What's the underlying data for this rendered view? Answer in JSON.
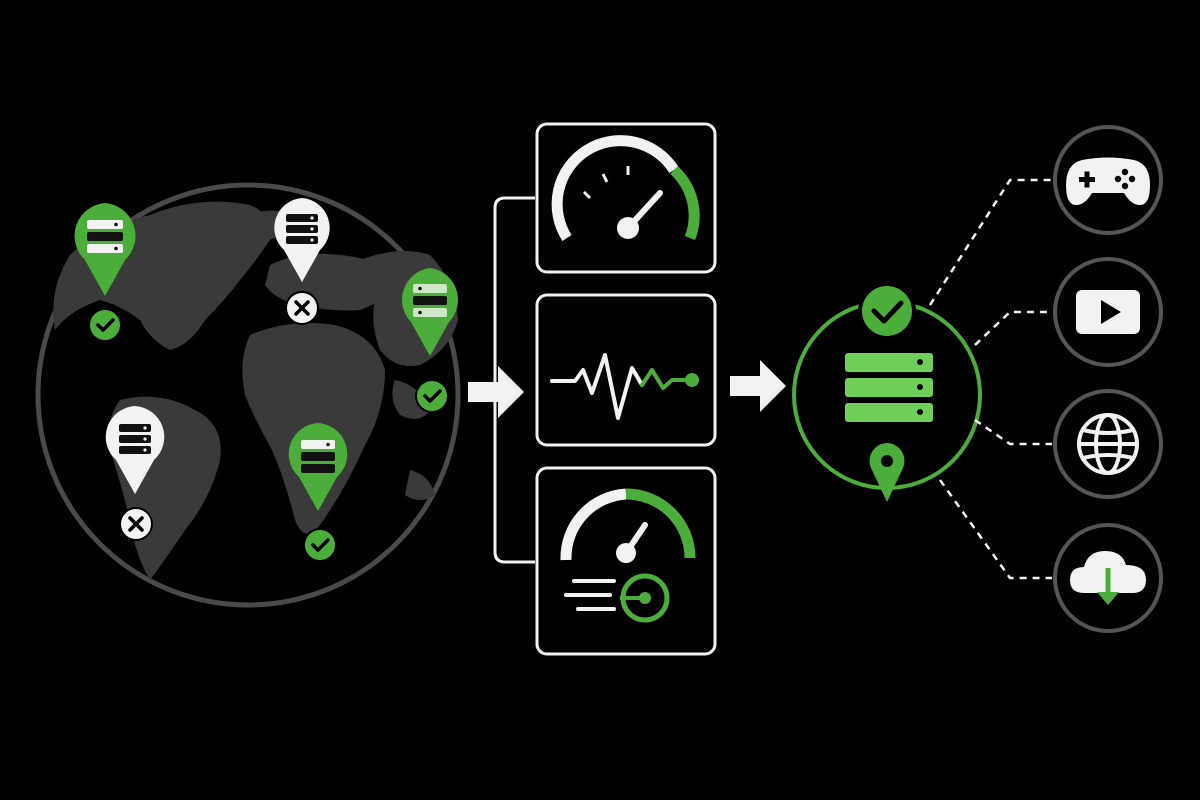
{
  "colors": {
    "background": "#000000",
    "accent": "#4cae3a",
    "accent_soft": "#6fcf58",
    "white": "#f2f2f2",
    "globe_land": "#3a3a3a",
    "globe_outline": "#4a4a4a",
    "muted": "#555555"
  },
  "server_locations": [
    {
      "id": "north-america",
      "status": "online",
      "status_icon": "check-icon"
    },
    {
      "id": "europe",
      "status": "offline",
      "status_icon": "cross-icon"
    },
    {
      "id": "asia",
      "status": "online",
      "status_icon": "check-icon"
    },
    {
      "id": "south-america",
      "status": "offline",
      "status_icon": "cross-icon"
    },
    {
      "id": "africa",
      "status": "online",
      "status_icon": "check-icon"
    }
  ],
  "metrics": [
    {
      "id": "speed",
      "icon": "speedometer-icon"
    },
    {
      "id": "latency",
      "icon": "pulse-icon"
    },
    {
      "id": "connection-speed",
      "icon": "fast-gauge-icon"
    }
  ],
  "selected_server": {
    "icons": [
      "check-icon",
      "server-stack-icon",
      "location-pin-icon"
    ]
  },
  "use_cases": [
    {
      "id": "gaming",
      "icon": "gamepad-icon"
    },
    {
      "id": "streaming",
      "icon": "play-icon"
    },
    {
      "id": "browsing",
      "icon": "globe-icon"
    },
    {
      "id": "downloading",
      "icon": "cloud-download-icon"
    }
  ]
}
